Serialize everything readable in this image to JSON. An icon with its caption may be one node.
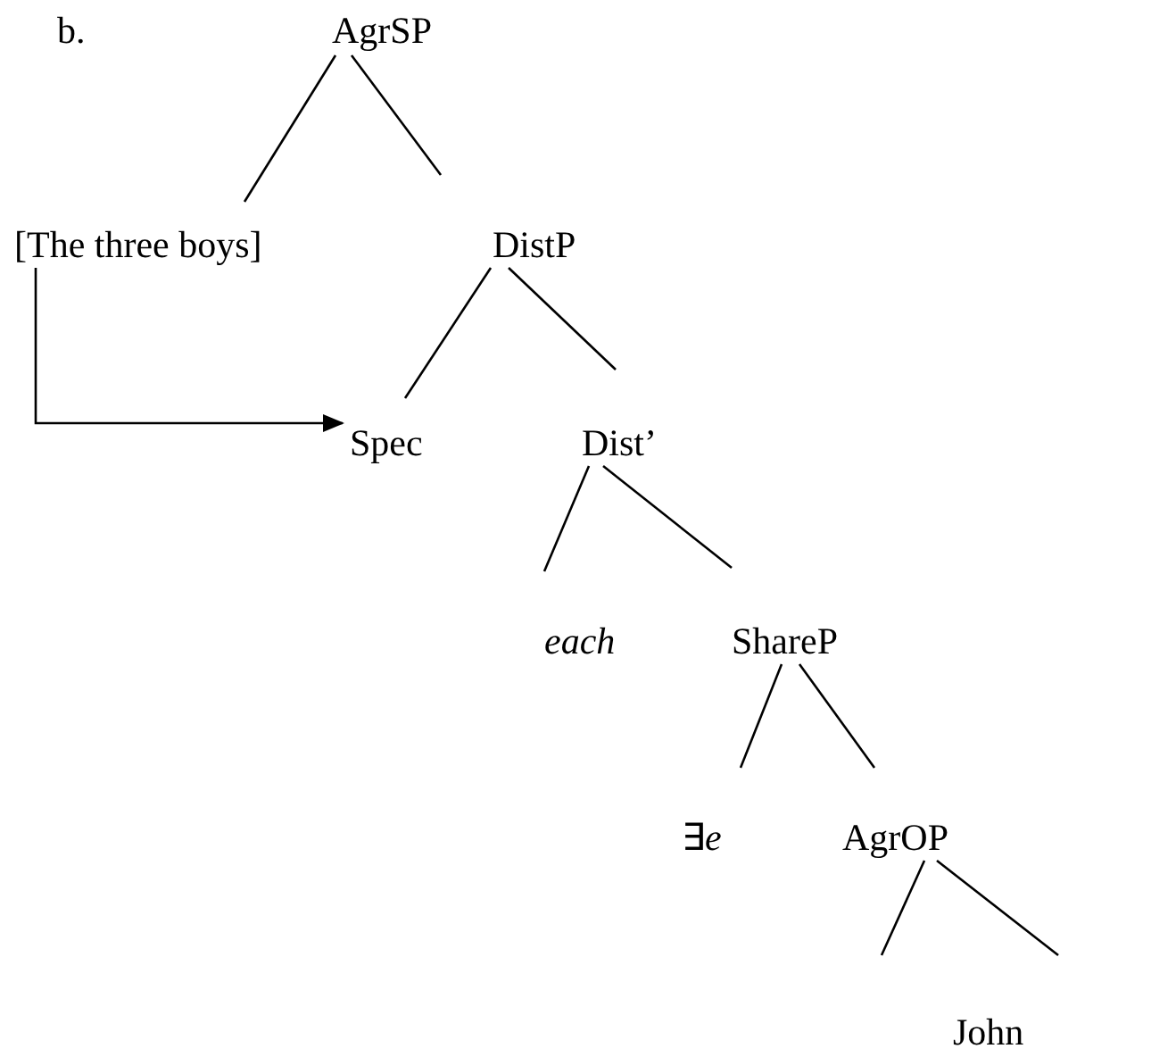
{
  "diagram": {
    "nodes": [
      {
        "text": [
          "AgrSP"
        ]
      },
      {
        "text": [
          "[The three boys]"
        ]
      },
      {
        "text": [
          "DistP"
        ]
      },
      {
        "text": [
          "Spec"
        ]
      },
      {
        "text": [
          "Dist’"
        ]
      },
      {
        "text": [
          "each"
        ]
      },
      {
        "text": [
          "ShareP"
        ]
      },
      {
        "text": [
          "∃*e*"
        ]
      },
      {
        "text": [
          "AgrOP"
        ]
      },
      {
        "text": [
          "John"
        ]
      }
    ],
    "edges": [
      {
        "from": 0,
        "to": 1,
        "arrow": "none"
      },
      {
        "from": 0,
        "to": 2,
        "arrow": "none"
      },
      {
        "from": 2,
        "to": 3,
        "arrow": "none"
      },
      {
        "from": 2,
        "to": 4,
        "arrow": "none"
      },
      {
        "from": 4,
        "to": 5,
        "arrow": "none"
      },
      {
        "from": 4,
        "to": 6,
        "arrow": "none"
      },
      {
        "from": 6,
        "to": 7,
        "arrow": "none"
      },
      {
        "from": 6,
        "to": 8,
        "arrow": "none"
      },
      {
        "from": 8,
        "to": null,
        "arrow": "none"
      },
      {
        "from": 8,
        "to": 9,
        "arrow": "none"
      },
      {
        "from": 1,
        "to": 3,
        "arrow": "to"
      }
    ],
    "labels": [
      "b."
    ]
  }
}
